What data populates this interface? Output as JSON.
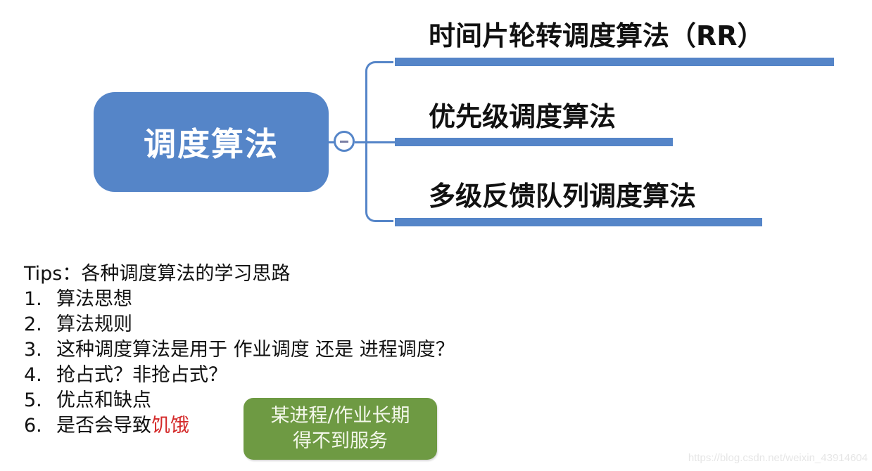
{
  "mindmap": {
    "root": {
      "label": "调度算法",
      "color": "#5585c8"
    },
    "collapse_toggle": "minus-icon",
    "branches": [
      {
        "label": "时间片轮转调度算法（RR）"
      },
      {
        "label": "优先级调度算法"
      },
      {
        "label": "多级反馈队列调度算法"
      }
    ]
  },
  "tips": {
    "title": "Tips：各种调度算法的学习思路",
    "items": [
      {
        "num": "1.",
        "text": "算法思想"
      },
      {
        "num": "2.",
        "text": "算法规则"
      },
      {
        "num": "3.",
        "text": "这种调度算法是用于 作业调度 还是 进程调度？"
      },
      {
        "num": "4.",
        "text": "抢占式？非抢占式？"
      },
      {
        "num": "5.",
        "text": "优点和缺点"
      },
      {
        "num": "6.",
        "text": "是否会导致",
        "highlight": "饥饿",
        "highlight_color": "#d42a2a"
      }
    ]
  },
  "callout": {
    "line1": "某进程/作业长期",
    "line2": "得不到服务",
    "color": "#6e9a43"
  },
  "watermark": "https://blog.csdn.net/weixin_43914604"
}
